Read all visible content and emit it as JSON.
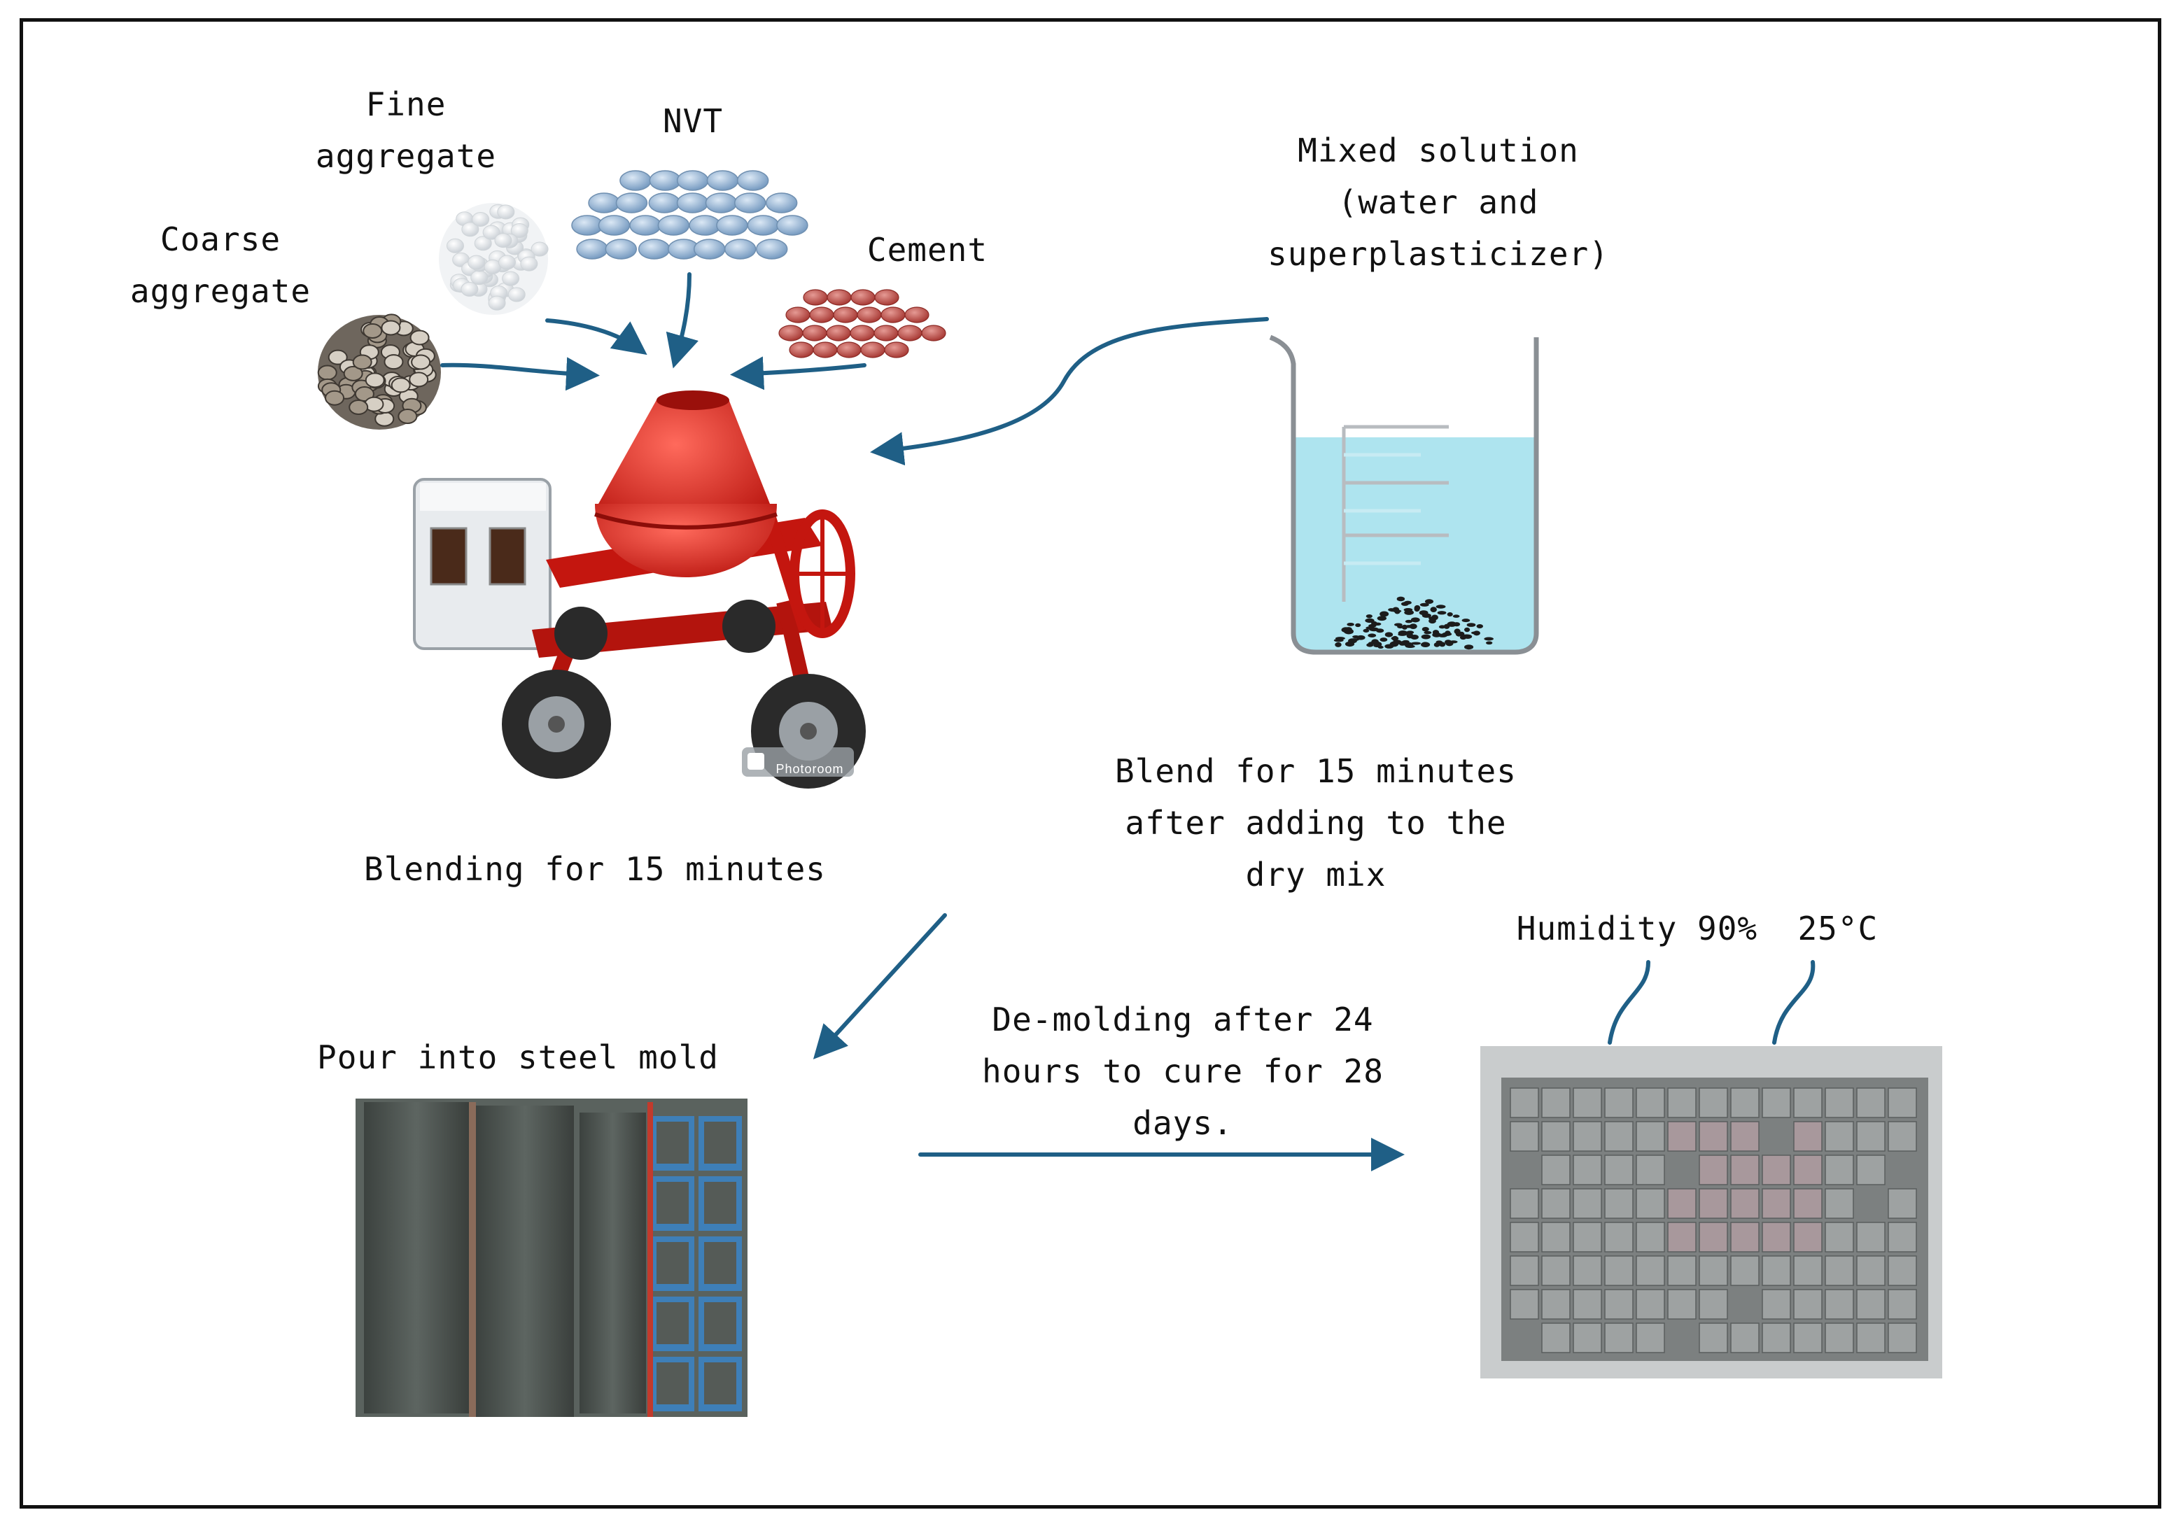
{
  "labels": {
    "fine_aggregate": "Fine\naggregate",
    "nvt": "NVT",
    "coarse_aggregate": "Coarse\naggregate",
    "cement": "Cement",
    "mixed_solution": "Mixed solution\n(water and\nsuperplasticizer)",
    "blending": "Blending for 15 minutes",
    "blend_after": "Blend  for 15 minutes\nafter adding to the\ndry mix",
    "humidity": "Humidity 90%  25°C",
    "pour": "Pour into steel mold",
    "demolding": "De-molding after 24\nhours to cure for 28\ndays.",
    "watermark": "Photoroom"
  },
  "colors": {
    "arrow": "#1f5f86",
    "fine_aggregate": "#eceff2",
    "nvt": "#8fb1d3",
    "cement": "#c04a45",
    "coarse_aggregate": "#8c8074",
    "mixer_body": "#e0261d",
    "solution": "#aee4ef"
  }
}
